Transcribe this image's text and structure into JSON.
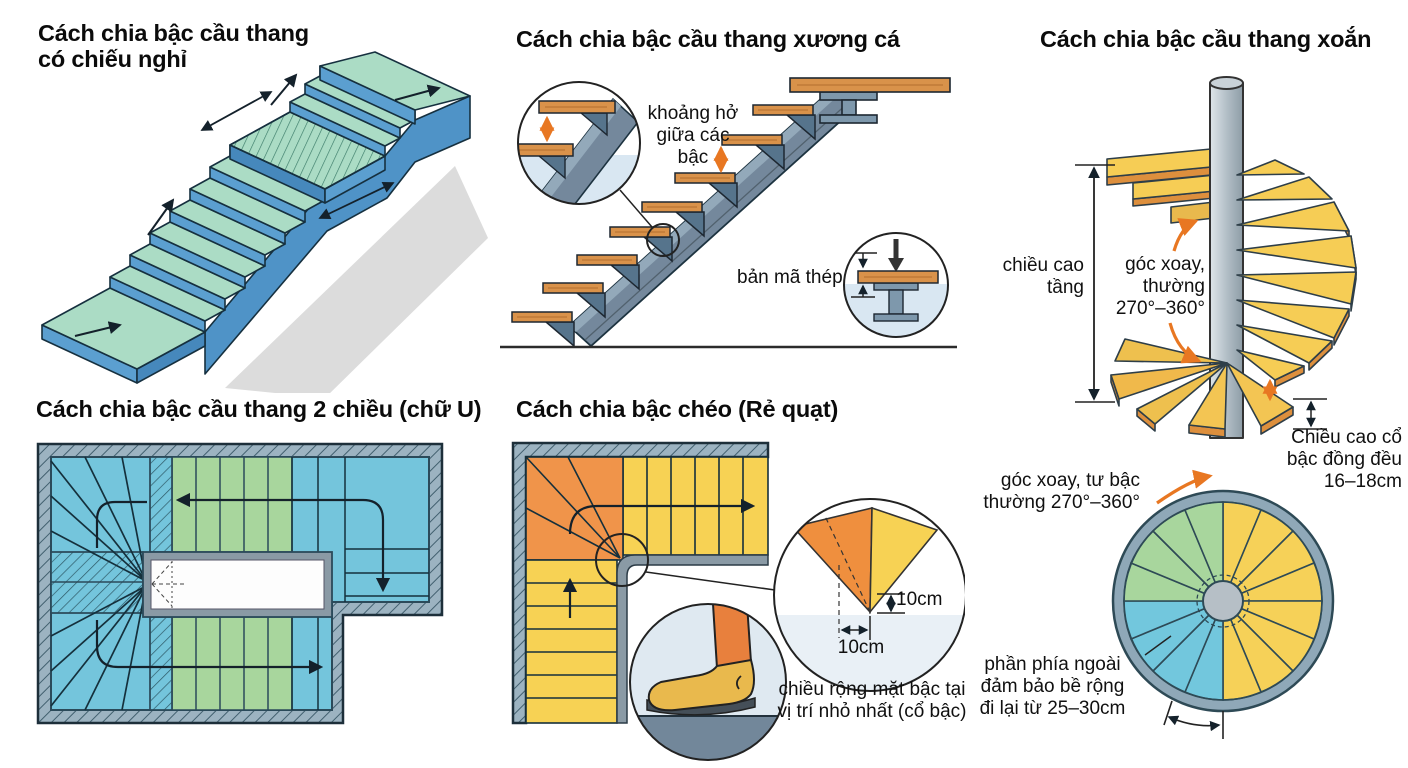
{
  "page": {
    "background": "#ffffff"
  },
  "colors": {
    "accent_orange": "#e87722",
    "tread_green": "#abdcc5",
    "riser_blue": "#5b9fd0",
    "wood": "#d9924a",
    "steel": "#7e98ac",
    "plan_blue": "#74c5dc",
    "plan_green": "#a8d69d",
    "step_yellow": "#f6d158",
    "step_orange": "#f0944a",
    "wall_hatch": "#9cb3c1",
    "column_gray": "#b9c4cc"
  },
  "panels": {
    "landing": {
      "title": "Cách chia bậc cầu thang\ncó chiếu nghỉ"
    },
    "fishbone": {
      "title": "Cách chia bậc cầu thang xương cá",
      "gap_label": "khoảng hở\ngiữa các\nbậc",
      "plate_label": "bản mã thép"
    },
    "spiral": {
      "title": "Cách chia bậc cầu thang xoắn",
      "floor_height_label": "chiều cao\ntầng",
      "rotation_label": "góc xoay,\nthường\n270°–360°",
      "collar_label": "Chiều cao cổ\nbậc đồng đều\n16–18cm",
      "rotation_plan_label": "góc xoay, tư bậc\nthường 270°–360°",
      "outer_width_label": "phần phía ngoài\nđảm bảo bề rộng\nđi lại từ 25–30cm"
    },
    "ushape": {
      "title": "Cách chia bậc cầu thang 2 chiều (chữ U)"
    },
    "fan": {
      "title": "Cách chia bậc chéo (Rẻ quạt)",
      "neck_dim": "10cm",
      "width_dim": "10cm",
      "caption": "chiều rộng mặt bậc tại\nvị trí nhỏ nhất (cổ bậc)"
    }
  }
}
